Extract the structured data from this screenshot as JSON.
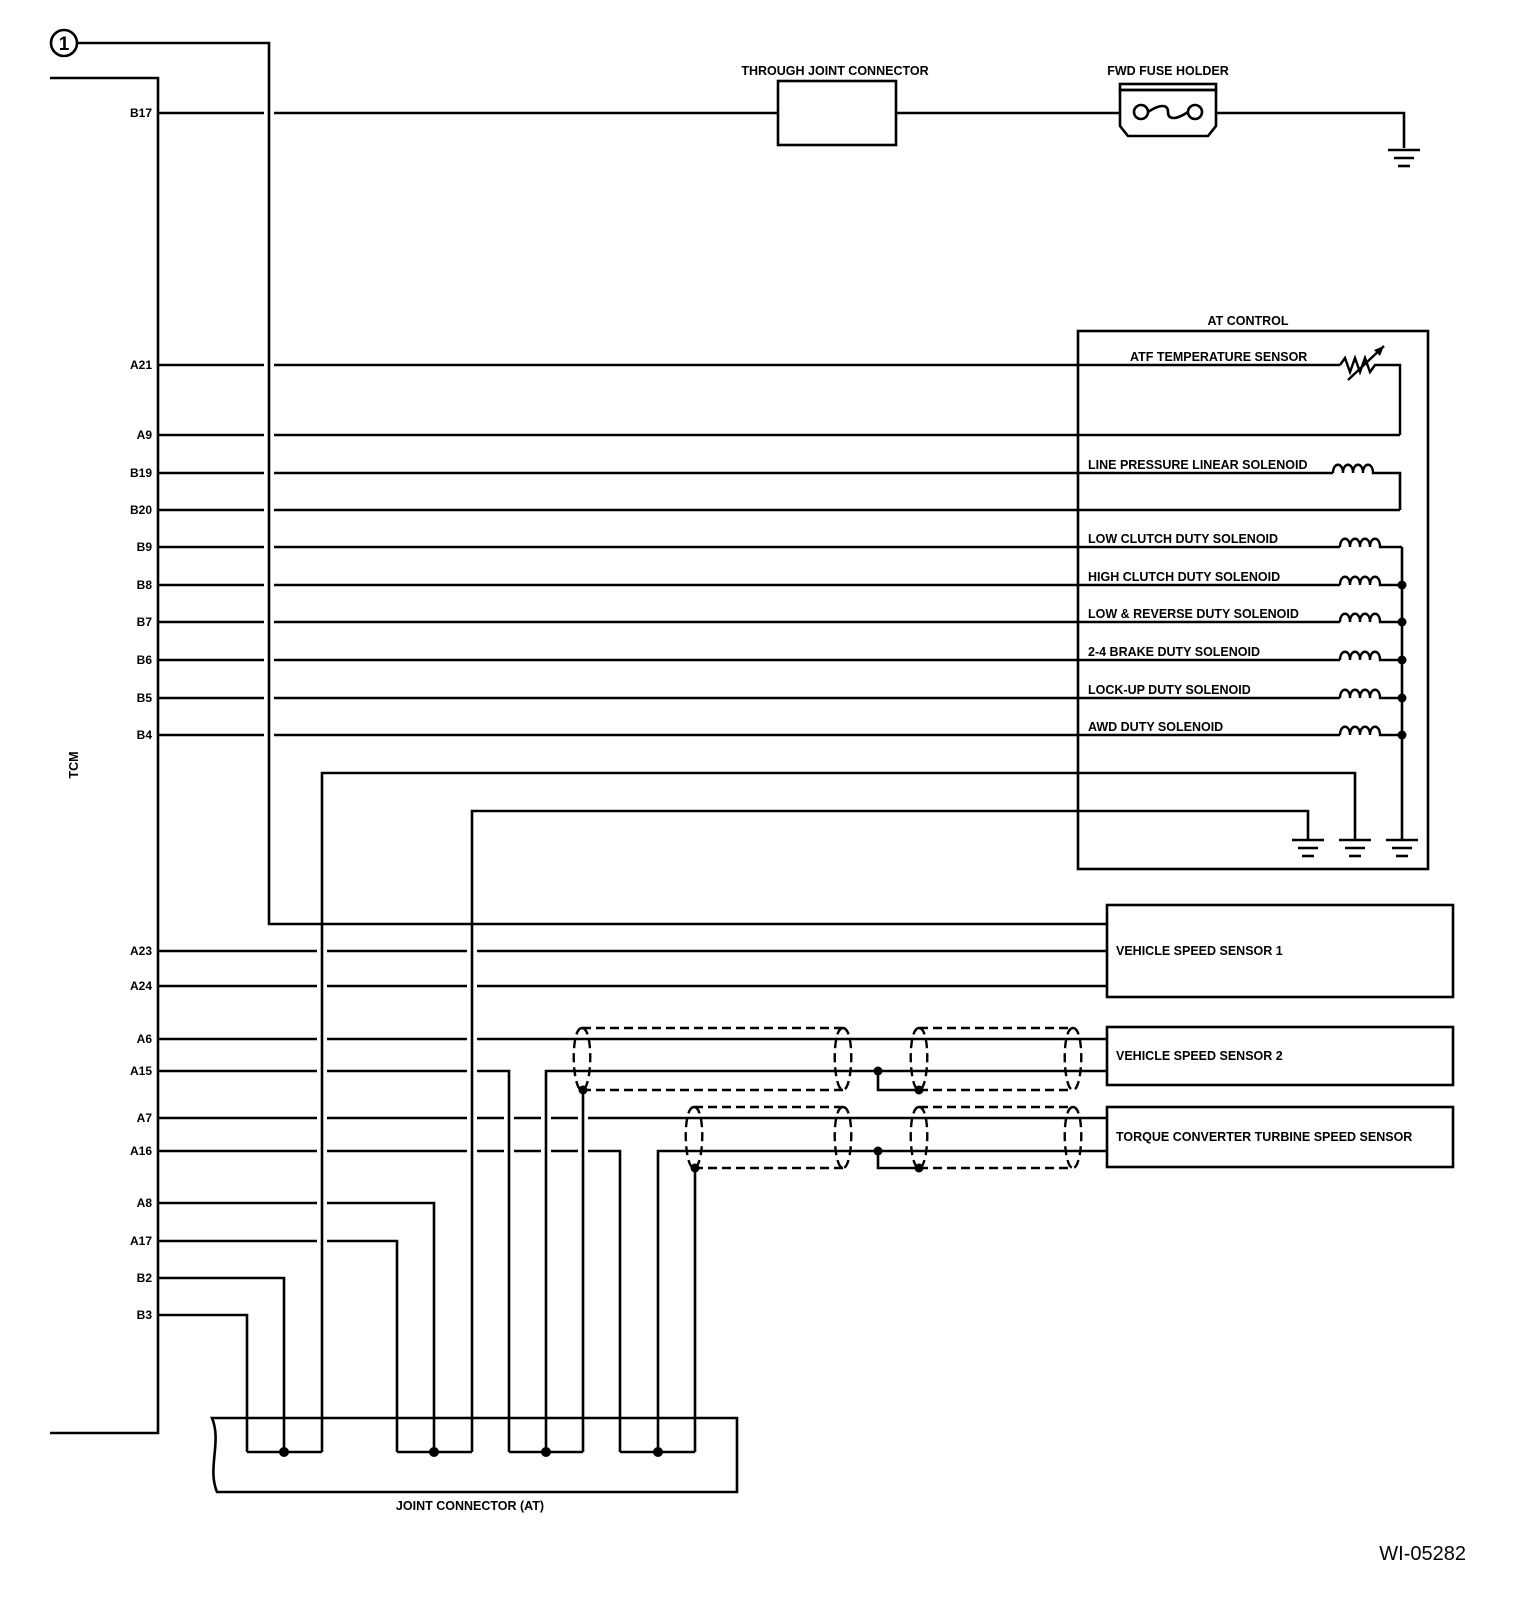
{
  "connector_marker": "1",
  "tcm_label": "TCM",
  "pins": {
    "b17": "B17",
    "a21": "A21",
    "a9": "A9",
    "b19": "B19",
    "b20": "B20",
    "b9": "B9",
    "b8": "B8",
    "b7": "B7",
    "b6": "B6",
    "b5": "B5",
    "b4": "B4",
    "a23": "A23",
    "a24": "A24",
    "a6": "A6",
    "a15": "A15",
    "a7": "A7",
    "a16": "A16",
    "a8": "A8",
    "a17": "A17",
    "b2": "B2",
    "b3": "B3"
  },
  "components": {
    "through_joint_connector": "THROUGH JOINT CONNECTOR",
    "fwd_fuse_holder": "FWD FUSE HOLDER",
    "at_control": "AT CONTROL",
    "atf_temperature_sensor": "ATF TEMPERATURE SENSOR",
    "line_pressure_linear_solenoid": "LINE PRESSURE LINEAR SOLENOID",
    "low_clutch_duty_solenoid": "LOW CLUTCH DUTY SOLENOID",
    "high_clutch_duty_solenoid": "HIGH CLUTCH DUTY SOLENOID",
    "low_reverse_duty_solenoid": "LOW & REVERSE DUTY SOLENOID",
    "brake_2_4_duty_solenoid": "2-4 BRAKE DUTY SOLENOID",
    "lock_up_duty_solenoid": "LOCK-UP DUTY SOLENOID",
    "awd_duty_solenoid": "AWD DUTY SOLENOID",
    "vehicle_speed_sensor_1": "VEHICLE SPEED SENSOR 1",
    "vehicle_speed_sensor_2": "VEHICLE SPEED SENSOR 2",
    "torque_converter_turbine_speed_sensor": "TORQUE CONVERTER TURBINE SPEED SENSOR",
    "joint_connector_at": "JOINT CONNECTOR (AT)"
  },
  "figure_id": "WI-05282"
}
